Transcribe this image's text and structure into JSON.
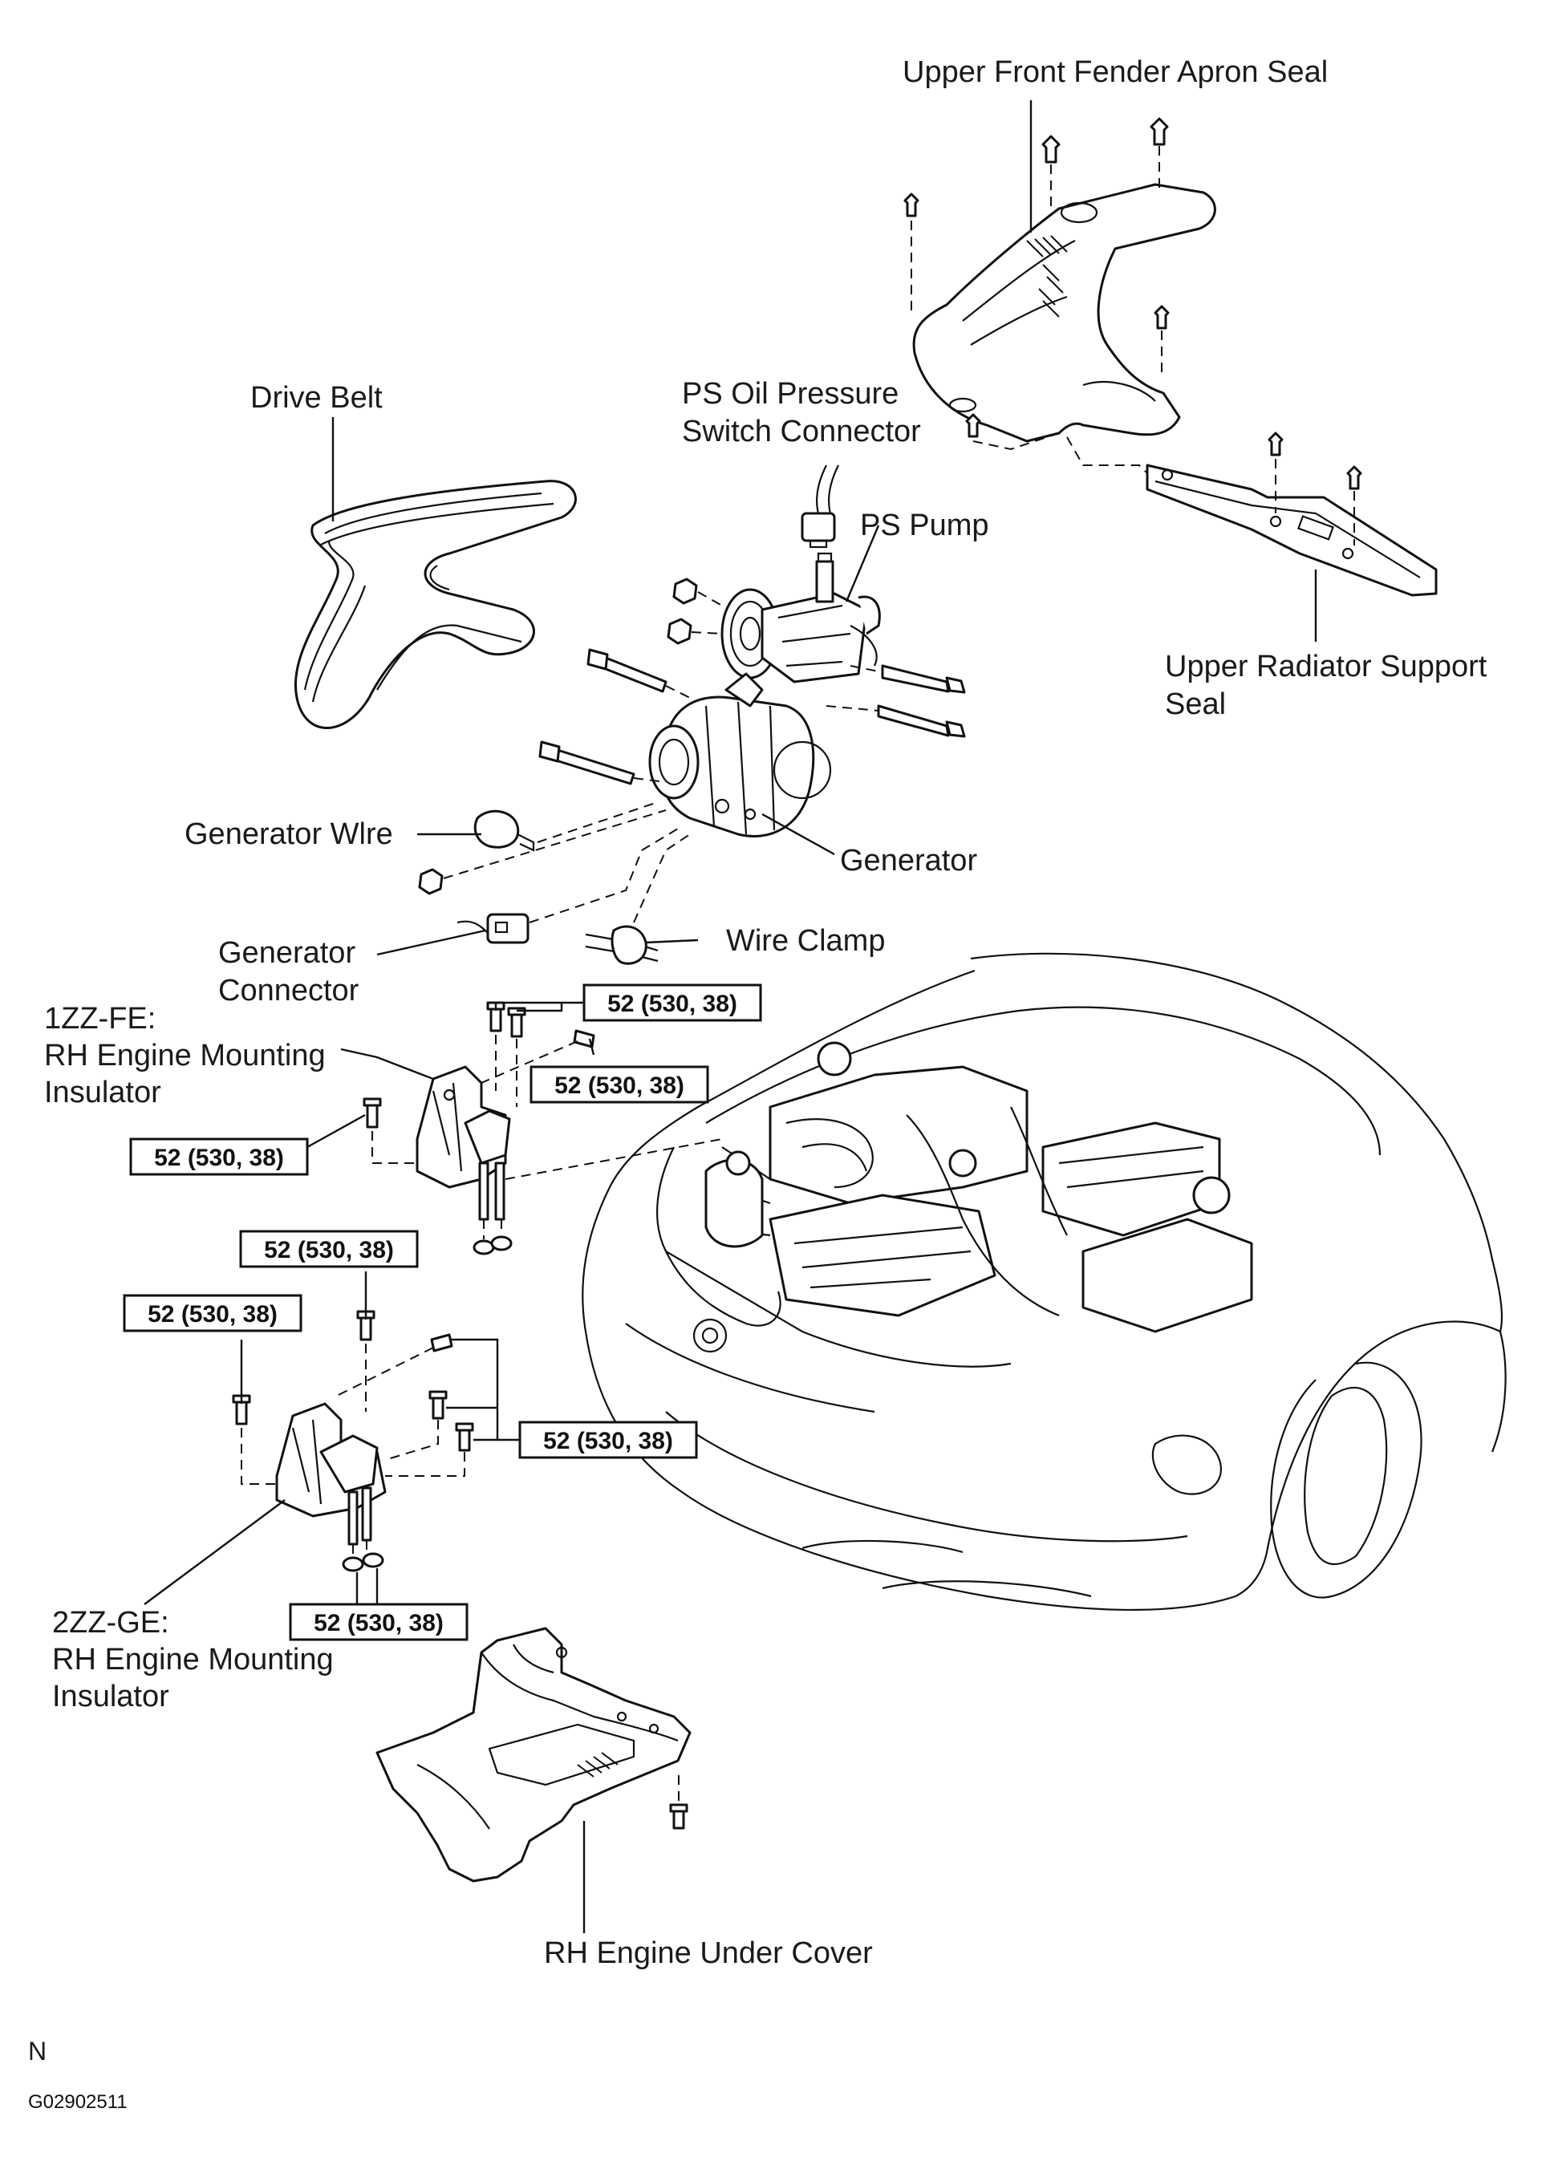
{
  "labels": {
    "upper_front_fender_apron_seal": "Upper Front Fender Apron Seal",
    "drive_belt": "Drive Belt",
    "ps_oil_pressure_line1": "PS Oil Pressure",
    "ps_oil_pressure_line2": "Switch Connector",
    "ps_pump": "PS Pump",
    "upper_radiator_support_line1": "Upper Radiator Support",
    "upper_radiator_support_line2": "Seal",
    "generator_wire": "Generator Wlre",
    "generator": "Generator",
    "generator_connector_line1": "Generator",
    "generator_connector_line2": "Connector",
    "wire_clamp": "Wire Clamp",
    "insulator_1zz_line1": "1ZZ-FE:",
    "insulator_1zz_line2": "RH Engine Mounting",
    "insulator_1zz_line3": "Insulator",
    "insulator_2zz_line1": "2ZZ-GE:",
    "insulator_2zz_line2": "RH Engine Mounting",
    "insulator_2zz_line3": "Insulator",
    "rh_engine_under_cover": "RH Engine Under Cover",
    "view_marker": "N",
    "figure_code": "G02902511"
  },
  "torque_boxes": [
    "52 (530, 38)",
    "52 (530, 38)",
    "52 (530, 38)",
    "52 (530, 38)",
    "52 (530, 38)",
    "52 (530, 38)",
    "52 (530, 38)"
  ]
}
